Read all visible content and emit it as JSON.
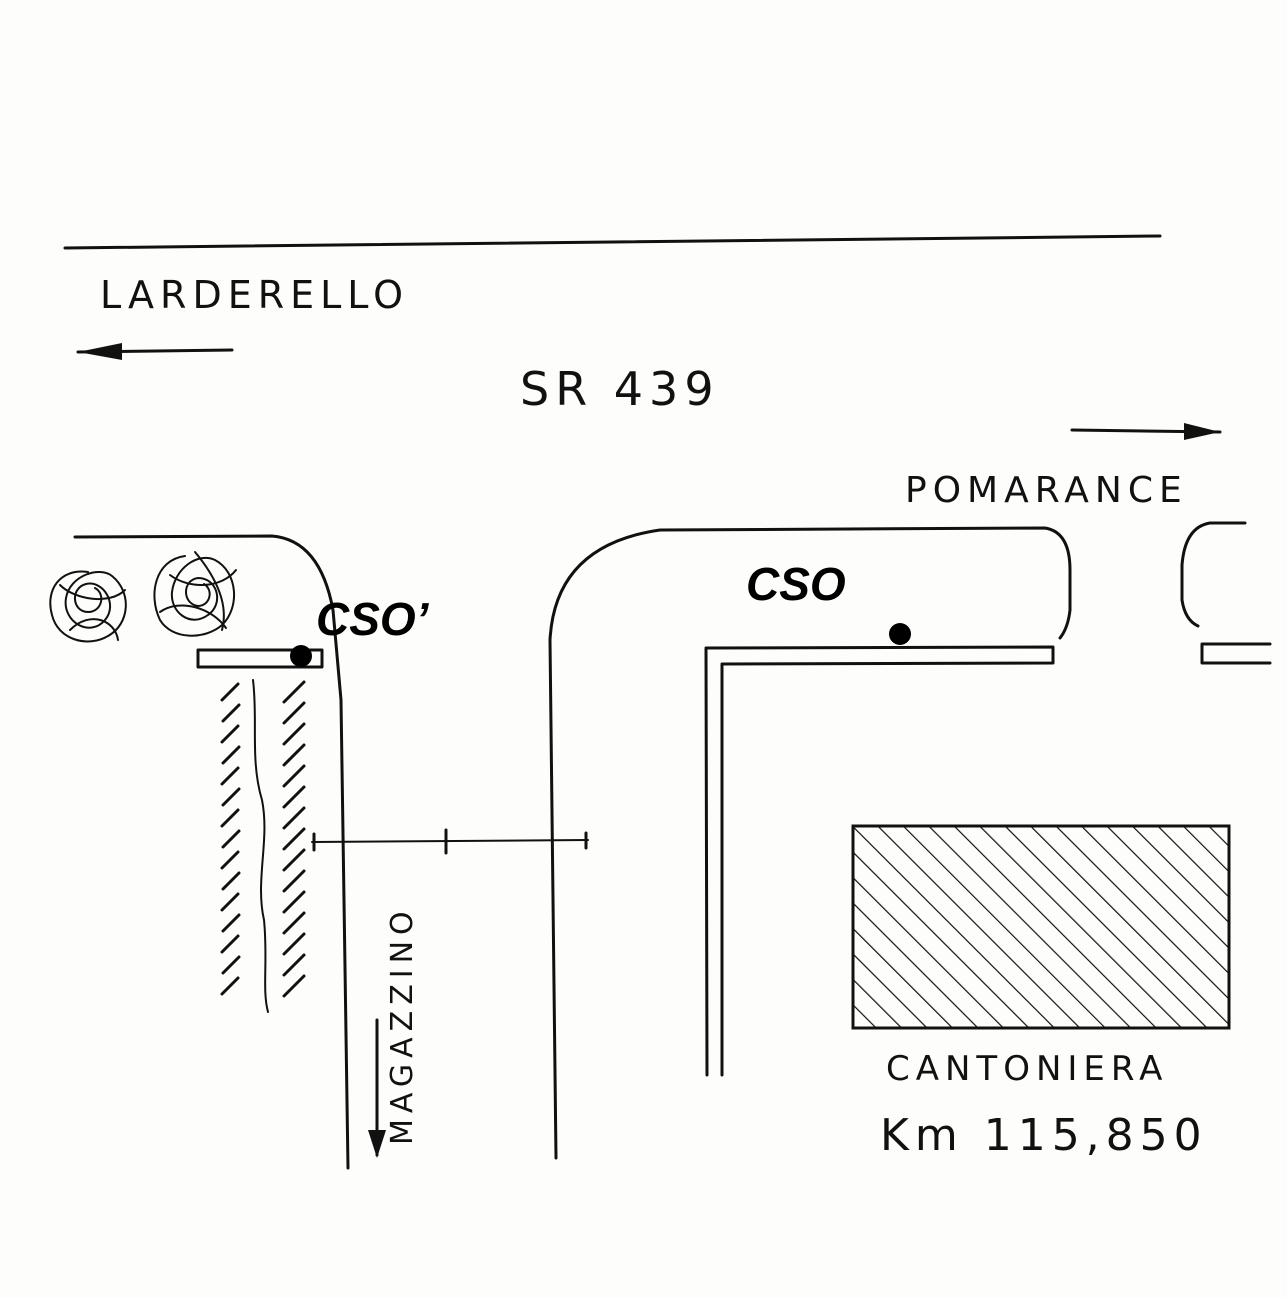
{
  "labels": {
    "north_direction": "LARDERELLO",
    "road_name": "SR 439",
    "east_direction": "POMARANCE",
    "cso_right": "CSO",
    "cso_left": "CSO’",
    "side_road": "MAGAZZINO",
    "building": "CANTONIERA",
    "kilometer": "Km 115,850"
  },
  "colors": {
    "ink": "#111111",
    "paper": "#fdfdfc"
  }
}
